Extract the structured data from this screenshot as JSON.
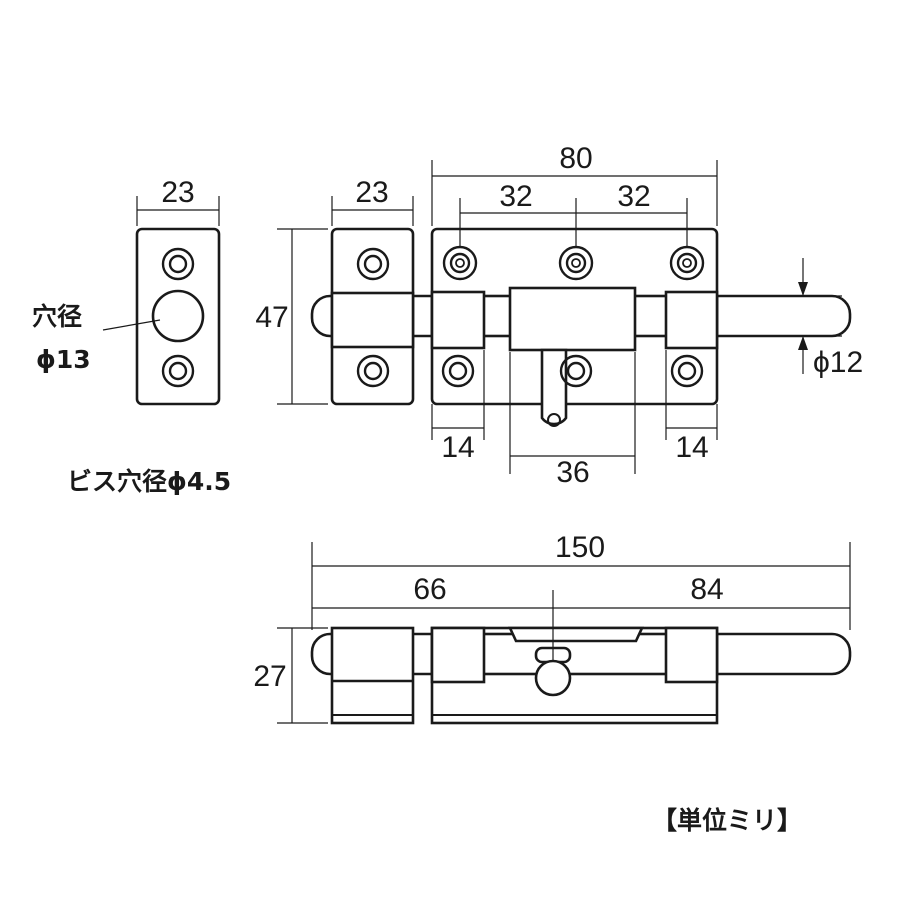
{
  "dimensions": {
    "strike_width": "23",
    "bolt_block_width": "23",
    "height": "47",
    "total_length_top": "80",
    "hole_pitch_left": "32",
    "hole_pitch_right": "32",
    "bolt_diameter": "ϕ12",
    "left_guide_width": "14",
    "right_guide_width": "14",
    "handle_slot_width": "36",
    "overall_length": "150",
    "left_length": "66",
    "right_length": "84",
    "overall_height": "27"
  },
  "labels": {
    "hole_dia_line1": "穴径",
    "hole_dia_line2": "ϕ13",
    "screw_hole": "ビス穴径ϕ4.5",
    "unit": "【単位ミリ】"
  }
}
